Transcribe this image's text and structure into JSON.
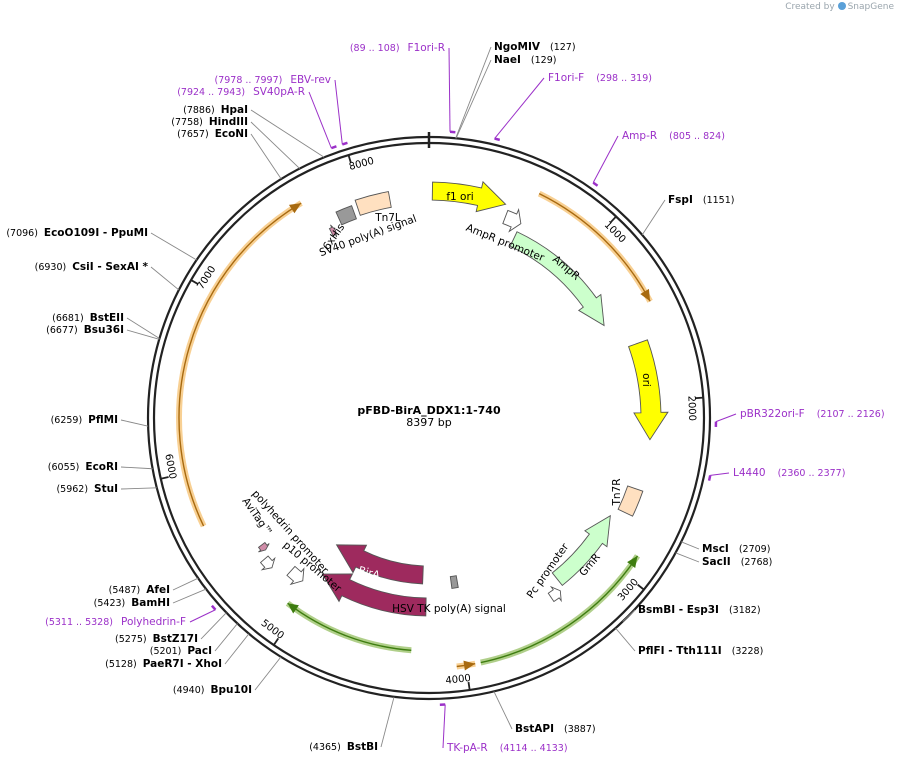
{
  "watermark": {
    "prefix": "Created by",
    "brand": "SnapGene"
  },
  "plasmid": {
    "name": "pFBD-BirA_DDX1:1-740",
    "size_label": "8397 bp",
    "length": 8397
  },
  "colors": {
    "backbone": "#222222",
    "site_label": "#000000",
    "primer": "#9b30c8",
    "orf_orange": "#f2a93b",
    "orf_green": "#6fa829",
    "f1ori": "#ffff00",
    "ori": "#ffff00",
    "ampr": "#ccffcc",
    "birA": "#9e2a5e",
    "tn7": "#ffe0c0",
    "grey": "#999999",
    "promoter": "#ffffff",
    "tag": "#d08ca8"
  },
  "tick_labels": [
    {
      "pos": 1000,
      "text": "1000"
    },
    {
      "pos": 2000,
      "text": "2000"
    },
    {
      "pos": 3000,
      "text": "3000"
    },
    {
      "pos": 4000,
      "text": "4000"
    },
    {
      "pos": 5000,
      "text": "5000"
    },
    {
      "pos": 6000,
      "text": "6000"
    },
    {
      "pos": 7000,
      "text": "7000"
    },
    {
      "pos": 8000,
      "text": "8000"
    }
  ],
  "sites": [
    {
      "name": "NgoMIV",
      "coord": "(127)",
      "pos": 127,
      "side": "right"
    },
    {
      "name": "NaeI",
      "coord": "(129)",
      "pos": 129,
      "side": "right"
    },
    {
      "name": "FspI",
      "coord": "(1151)",
      "pos": 1151,
      "side": "right"
    },
    {
      "name": "MscI",
      "coord": "(2709)",
      "pos": 2709,
      "side": "right"
    },
    {
      "name": "SacII",
      "coord": "(2768)",
      "pos": 2768,
      "side": "right"
    },
    {
      "name": "BsmBI",
      "name2": "Esp3I",
      "coord": "(3182)",
      "pos": 3182,
      "side": "right"
    },
    {
      "name": "PflFI",
      "name2": "Tth111I",
      "coord": "(3228)",
      "pos": 3228,
      "side": "right"
    },
    {
      "name": "BstAPI",
      "coord": "(3887)",
      "pos": 3887,
      "side": "right"
    },
    {
      "name": "BstBI",
      "coord": "(4365)",
      "pos": 4365,
      "side": "left"
    },
    {
      "name": "Bpu10I",
      "coord": "(4940)",
      "pos": 4940,
      "side": "left"
    },
    {
      "name": "PaeR7I",
      "name2": "XhoI",
      "coord": "(5128)",
      "pos": 5128,
      "side": "left"
    },
    {
      "name": "PacI",
      "coord": "(5201)",
      "pos": 5201,
      "side": "left"
    },
    {
      "name": "BstZ17I",
      "coord": "(5275)",
      "pos": 5275,
      "side": "left"
    },
    {
      "name": "BamHI",
      "coord": "(5423)",
      "pos": 5423,
      "side": "left"
    },
    {
      "name": "AfeI",
      "coord": "(5487)",
      "pos": 5487,
      "side": "left"
    },
    {
      "name": "StuI",
      "coord": "(5962)",
      "pos": 5962,
      "side": "left"
    },
    {
      "name": "EcoRI",
      "coord": "(6055)",
      "pos": 6055,
      "side": "left"
    },
    {
      "name": "PflMI",
      "coord": "(6259)",
      "pos": 6259,
      "side": "left"
    },
    {
      "name": "Bsu36I",
      "coord": "(6677)",
      "pos": 6677,
      "side": "left"
    },
    {
      "name": "BstEII",
      "coord": "(6681)",
      "pos": 6681,
      "side": "left"
    },
    {
      "name": "CsiI",
      "name2": "SexAI *",
      "coord": "(6930)",
      "pos": 6930,
      "side": "left"
    },
    {
      "name": "EcoO109I",
      "name2": "PpuMI",
      "coord": "(7096)",
      "pos": 7096,
      "side": "left"
    },
    {
      "name": "EcoNI",
      "coord": "(7657)",
      "pos": 7657,
      "side": "left"
    },
    {
      "name": "HindIII",
      "coord": "(7758)",
      "pos": 7758,
      "side": "left"
    },
    {
      "name": "HpaI",
      "coord": "(7886)",
      "pos": 7886,
      "side": "left"
    }
  ],
  "primers": [
    {
      "name": "F1ori-R",
      "coord": "(89 .. 108)",
      "pos": 98,
      "side": "left"
    },
    {
      "name": "F1ori-F",
      "coord": "(298 .. 319)",
      "pos": 308,
      "side": "right"
    },
    {
      "name": "Amp-R",
      "coord": "(805 .. 824)",
      "pos": 814,
      "side": "right"
    },
    {
      "name": "pBR322ori-F",
      "coord": "(2107 .. 2126)",
      "pos": 2116,
      "side": "right"
    },
    {
      "name": "L4440",
      "coord": "(2360 .. 2377)",
      "pos": 2368,
      "side": "right"
    },
    {
      "name": "TK-pA-R",
      "coord": "(4114 .. 4133)",
      "pos": 4123,
      "side": "right"
    },
    {
      "name": "Polyhedrin-F",
      "coord": "(5311 .. 5328)",
      "pos": 5320,
      "side": "left"
    },
    {
      "name": "SV40pA-R",
      "coord": "(7924 .. 7943)",
      "pos": 7933,
      "side": "left"
    },
    {
      "name": "EBV-rev",
      "coord": "(7978 .. 7997)",
      "pos": 7987,
      "side": "left"
    }
  ],
  "features": [
    {
      "name": "f1 ori",
      "start": 20,
      "end": 460,
      "dir": 1,
      "color": "f1ori"
    },
    {
      "name": "AmpR promoter",
      "start": 485,
      "end": 590,
      "dir": 1,
      "color": "promoter"
    },
    {
      "name": "AmpR",
      "start": 590,
      "end": 1450,
      "dir": 1,
      "color": "ampr"
    },
    {
      "name": "ori",
      "start": 1640,
      "end": 2230,
      "dir": 1,
      "color": "ori"
    },
    {
      "name": "Tn7R",
      "start": 2540,
      "end": 2700,
      "dir": 0,
      "color": "tn7"
    },
    {
      "name": "GmR",
      "start": 2760,
      "end": 3300,
      "dir": -1,
      "color": "ampr"
    },
    {
      "name": "Pc promoter",
      "start": 3330,
      "end": 3400,
      "dir": -1,
      "color": "promoter"
    },
    {
      "name": "HSV TK poly(A) signal",
      "start": 3970,
      "end": 4020,
      "dir": 0,
      "color": "grey"
    },
    {
      "name": "BirA",
      "start": 4220,
      "end": 5000,
      "dir": 1,
      "color": "birA"
    },
    {
      "name": "BirA",
      "start": 4250,
      "end": 5040,
      "dir": 1,
      "color": "birA"
    },
    {
      "name": "p10 promoter",
      "start": 5080,
      "end": 5180,
      "dir": -1,
      "color": "promoter"
    },
    {
      "name": "polyhedrin promoter",
      "start": 5280,
      "end": 5350,
      "dir": -1,
      "color": "promoter"
    },
    {
      "name": "AviTag™",
      "start": 5390,
      "end": 5430,
      "dir": -1,
      "color": "tag"
    },
    {
      "name": "6xHis",
      "start": 7750,
      "end": 7780,
      "dir": 1,
      "color": "tag"
    },
    {
      "name": "SV40 poly(A) signal",
      "start": 7830,
      "end": 7930,
      "dir": 0,
      "color": "grey"
    },
    {
      "name": "Tn7L",
      "start": 7960,
      "end": 8160,
      "dir": 0,
      "color": "tn7"
    }
  ],
  "orfs": [
    {
      "start": 610,
      "end": 1450,
      "dir": 1,
      "color": "orf_orange"
    },
    {
      "start": 2880,
      "end": 3920,
      "dir": -1,
      "color": "orf_green"
    },
    {
      "start": 3950,
      "end": 4050,
      "dir": -1,
      "color": "orf_orange"
    },
    {
      "start": 4300,
      "end": 5070,
      "dir": 1,
      "color": "orf_green"
    },
    {
      "start": 5700,
      "end": 7680,
      "dir": 1,
      "color": "orf_orange"
    }
  ]
}
